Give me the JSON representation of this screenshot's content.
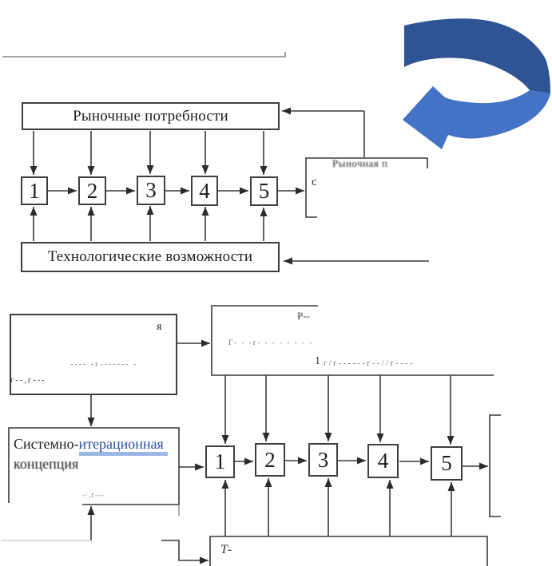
{
  "top_diagram": {
    "market_box_label": "Рыночные потребности",
    "tech_box_label": "Технологические возможности",
    "stages": [
      "1",
      "2",
      "3",
      "4",
      "5"
    ],
    "result_box": {
      "title": "Рыночная п",
      "left_letter": "с"
    }
  },
  "bottom_diagram": {
    "input_box": {
      "corner_letter": "я",
      "faint_center": "‑‑‑‑  ‑г‑‑‑‑‑‑‑  ‑",
      "faint_bottom": "г‑‑,г‑‑‑"
    },
    "concept_box": {
      "title_black": "Системно-",
      "title_blue": "итерационная",
      "title_line2": "концепция",
      "faint_bottom": "‑·,г‑‑‑"
    },
    "upper_box": {
      "title": "Р‑‑",
      "faint_line1": "Г‑ ‑ ‑г‑ ‑ ‑ ‑ ‑ ‑ ‑ ‑",
      "faint_line2_prefix": "1",
      "faint_line2": "г/г‑‑‑‑‑‑г‑‑//г‑‑‑‑"
    },
    "stages": [
      "1",
      "2",
      "3",
      "4",
      "5"
    ],
    "bottom_box_label": "Т-"
  },
  "colors": {
    "swoosh_dark": "#2e5493",
    "swoosh_light": "#4472c4",
    "link_blue": "#2b4d9e",
    "link_underline": "#9cb7e4"
  }
}
